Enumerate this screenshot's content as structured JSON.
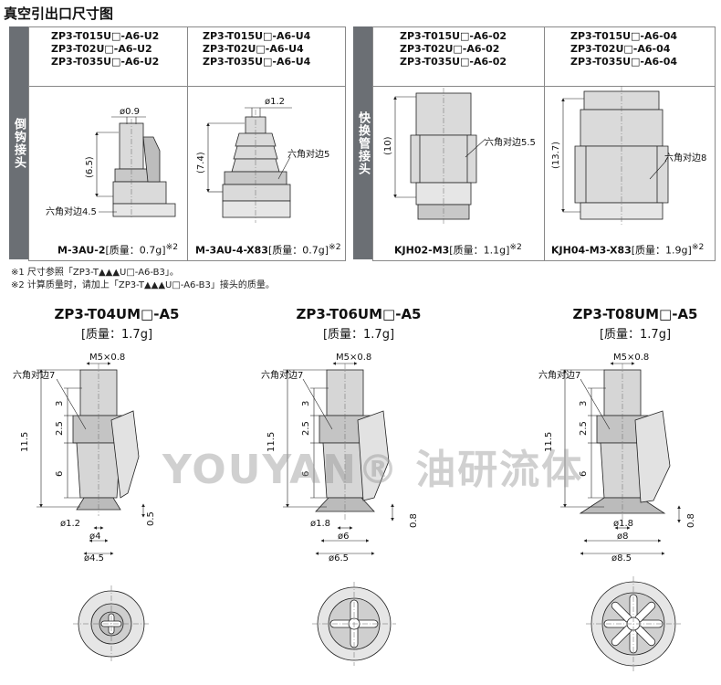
{
  "title": "真空引出口尺寸图",
  "sections": {
    "left_label": "倒钩接头",
    "right_label": "快换管接头"
  },
  "table_cells": [
    {
      "models": [
        "ZP3-T015U□-A6-U2",
        "ZP3-T02U□-A6-U2",
        "ZP3-T035U□-A6-U2"
      ],
      "part": "M-3AU-2",
      "mass": "[质量：0.7g]",
      "sup": "※2",
      "dims": [
        "ø0.9",
        "(6.5)",
        "六角对边4.5"
      ]
    },
    {
      "models": [
        "ZP3-T015U□-A6-U4",
        "ZP3-T02U□-A6-U4",
        "ZP3-T035U□-A6-U4"
      ],
      "part": "M-3AU-4-X83",
      "mass": "[质量：0.7g]",
      "sup": "※2",
      "dims": [
        "ø1.2",
        "(7.4)",
        "六角对边5"
      ]
    },
    {
      "models": [
        "ZP3-T015U□-A6-02",
        "ZP3-T02U□-A6-02",
        "ZP3-T035U□-A6-02"
      ],
      "part": "KJH02-M3",
      "mass": "[质量：1.1g]",
      "sup": "※2",
      "dims": [
        "(10)",
        "六角对边5.5"
      ]
    },
    {
      "models": [
        "ZP3-T015U□-A6-04",
        "ZP3-T02U□-A6-04",
        "ZP3-T035U□-A6-04"
      ],
      "part": "KJH04-M3-X83",
      "mass": "[质量：1.9g]",
      "sup": "※2",
      "dims": [
        "(13.7)",
        "六角对边8"
      ]
    }
  ],
  "notes": [
    "※1  尺寸参照「ZP3-T▲▲▲U□-A6-B3」。",
    "※2  计算质量时，请加上「ZP3-T▲▲▲U□-A6-B3」接头的质量。"
  ],
  "products": [
    {
      "name": "ZP3-T04UM□-A5",
      "mass": "[质量：1.7g]",
      "thread": "M5×0.8",
      "hex": "六角对边7",
      "total": "11.5",
      "d1": "3",
      "d2": "2.5",
      "d3": "6",
      "lip": "0.5",
      "inner": "ø1.2",
      "mid": "ø4",
      "outer": "ø4.5"
    },
    {
      "name": "ZP3-T06UM□-A5",
      "mass": "[质量：1.7g]",
      "thread": "M5×0.8",
      "hex": "六角对边7",
      "total": "11.5",
      "d1": "3",
      "d2": "2.5",
      "d3": "6",
      "lip": "0.8",
      "inner": "ø1.8",
      "mid": "ø6",
      "outer": "ø6.5"
    },
    {
      "name": "ZP3-T08UM□-A5",
      "mass": "[质量：1.7g]",
      "thread": "M5×0.8",
      "hex": "六角对边7",
      "total": "11.5",
      "d1": "3",
      "d2": "2.5",
      "d3": "6",
      "lip": "0.8",
      "inner": "ø1.8",
      "mid": "ø8",
      "outer": "ø8.5"
    }
  ],
  "watermark": "YOUYAN® 油研流体",
  "colors": {
    "tab": "#6b6f74",
    "part_fill": "#d9d9d9",
    "part_dark": "#9a9a9a",
    "line": "#222222"
  }
}
